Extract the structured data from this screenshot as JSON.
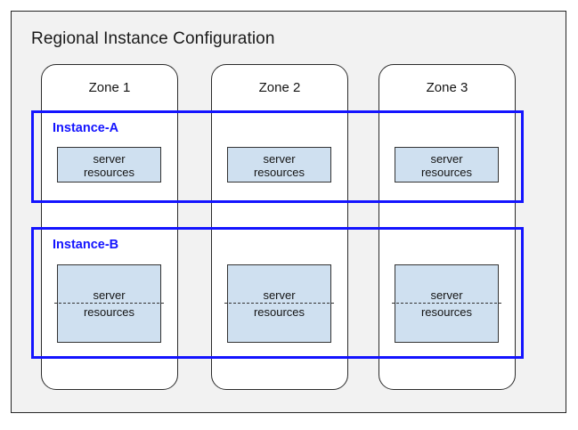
{
  "diagram": {
    "title": "Regional Instance Configuration",
    "zones": [
      {
        "label": "Zone 1"
      },
      {
        "label": "Zone 2"
      },
      {
        "label": "Zone 3"
      }
    ],
    "instances": [
      {
        "label": "Instance-A",
        "resource_line_1": "server",
        "resource_line_2": "resources",
        "divider": false
      },
      {
        "label": "Instance-B",
        "resource_line_1": "server",
        "resource_line_2": "resources",
        "divider": true
      }
    ],
    "colors": {
      "panel_background": "#f2f2f2",
      "panel_border": "#262626",
      "zone_background": "#ffffff",
      "zone_border": "#2b2b2b",
      "instance_border": "#1414ff",
      "instance_label": "#1414ff",
      "resource_fill": "#cfe0f0",
      "resource_border": "#333333",
      "text": "#141414"
    }
  }
}
